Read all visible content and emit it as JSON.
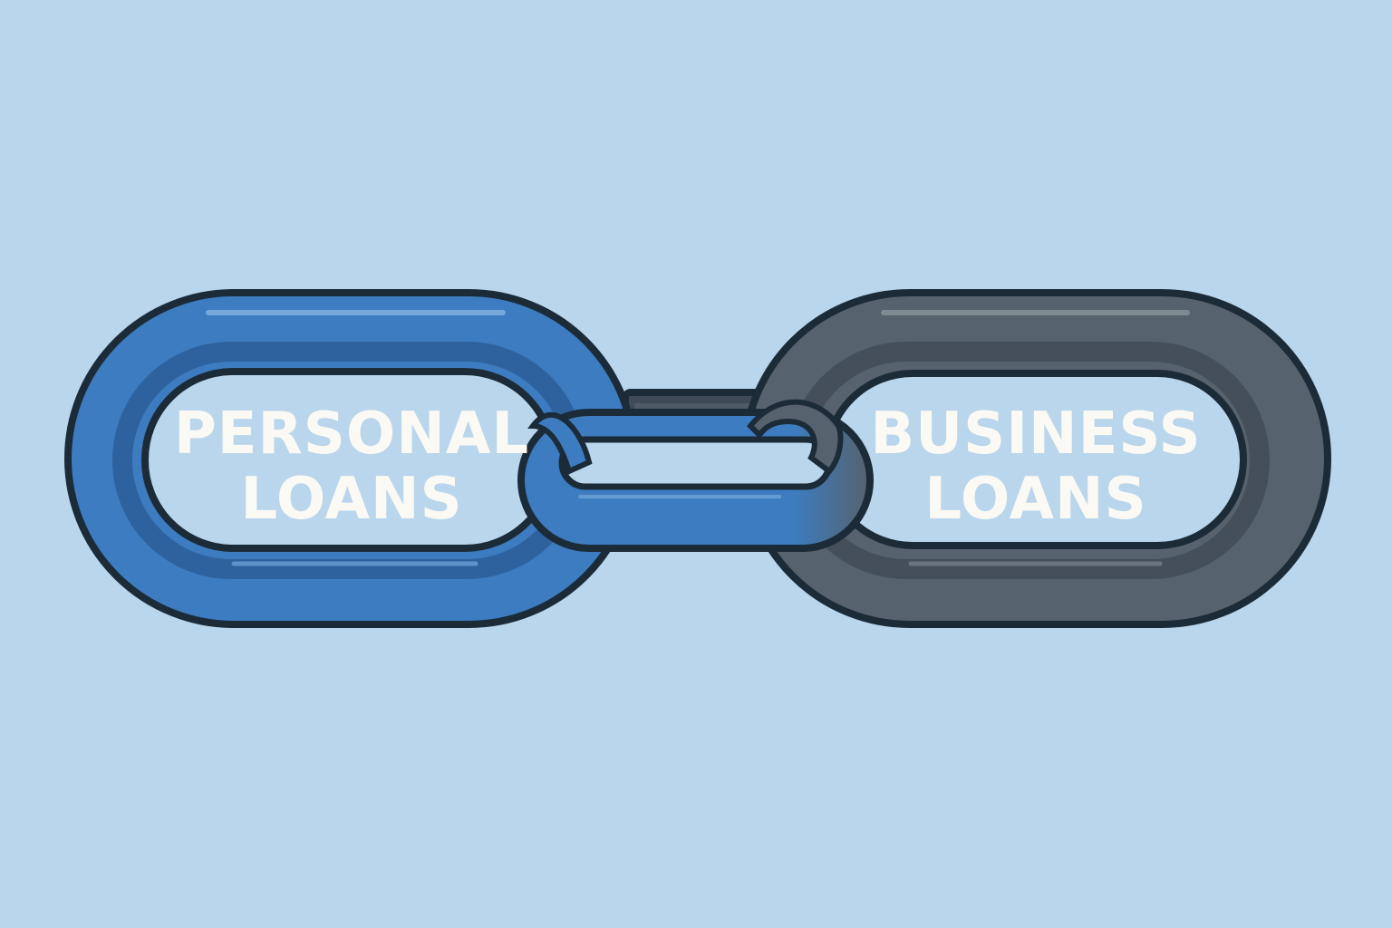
{
  "colors": {
    "background": "#bad6ec",
    "outline": "#1c2b38",
    "personal_link": "#3d7cc0",
    "personal_link_shadow": "#2b5f9a",
    "business_link": "#56626d",
    "business_link_shadow": "#434e58",
    "connector": "#3e4a55",
    "label_text": "#fbf9f3"
  },
  "links": [
    {
      "id": "personal",
      "line1": "PERSONAL",
      "line2": "LOANS"
    },
    {
      "id": "business",
      "line1": "BUSINESS",
      "line2": "LOANS"
    }
  ]
}
